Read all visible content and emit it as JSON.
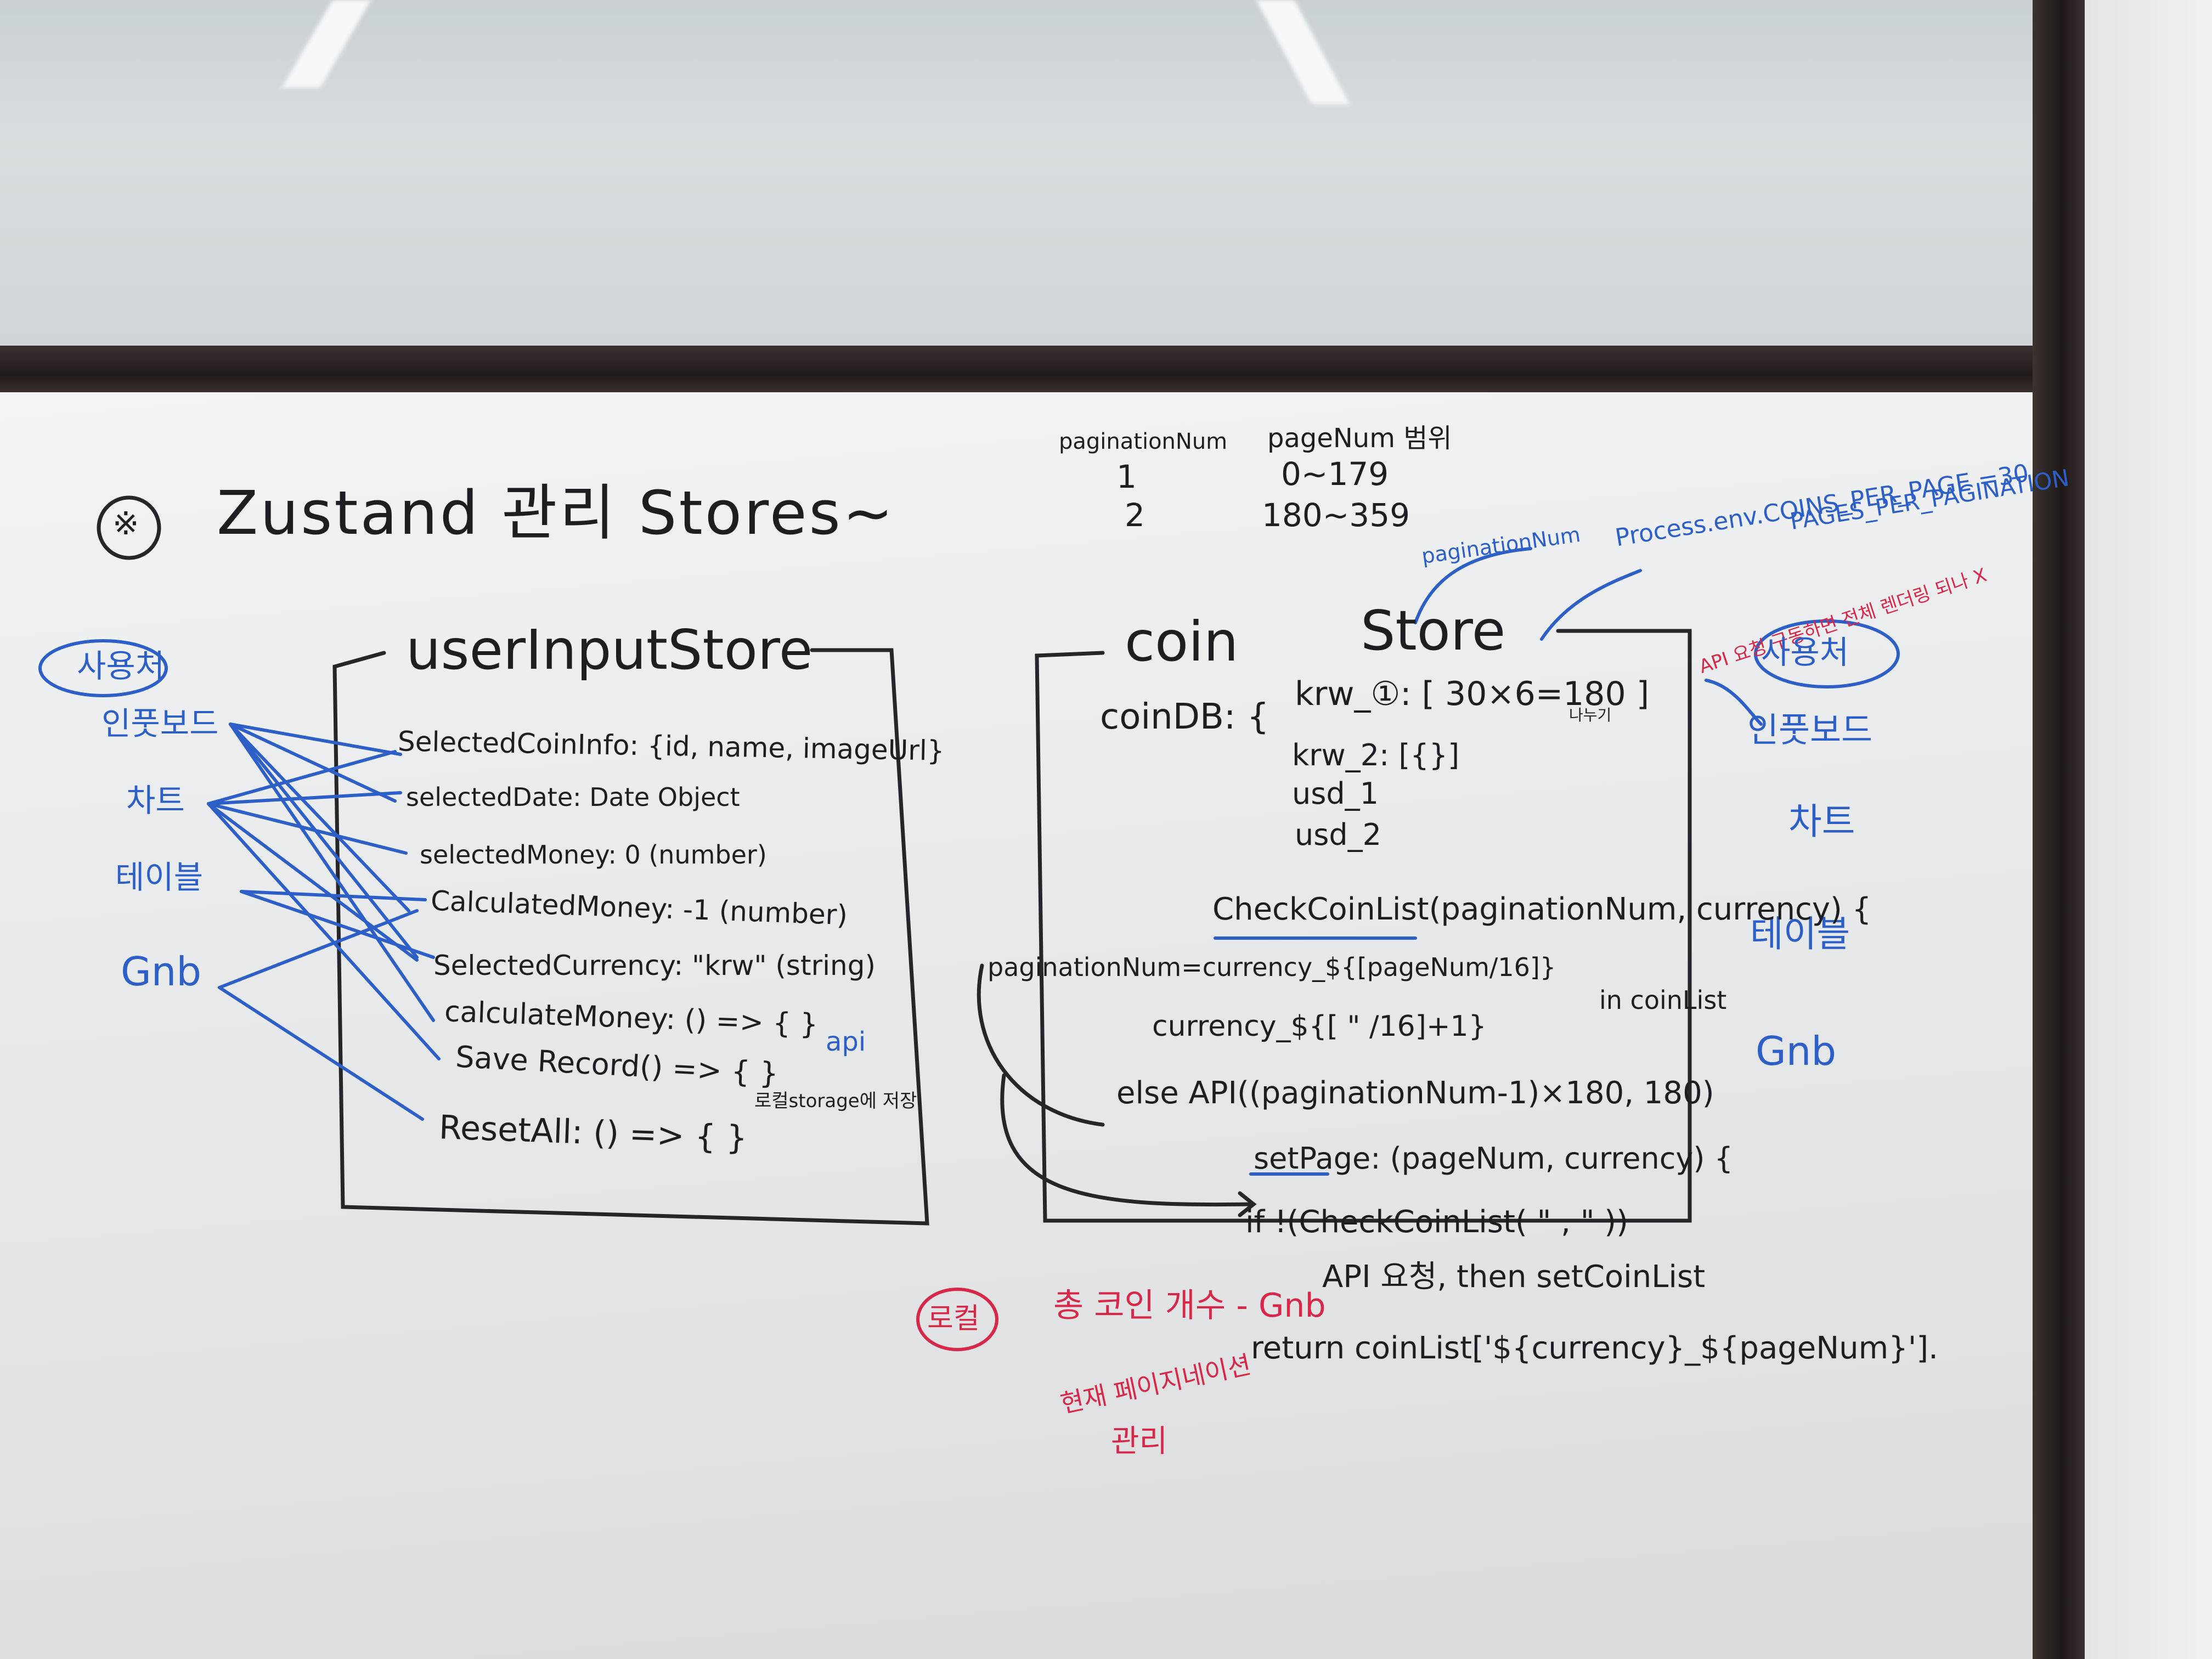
{
  "title": "Zustand 관리 Stores~",
  "title_mark": "※",
  "pagination_table": {
    "headers": [
      "paginationNum",
      "pageNum 범위"
    ],
    "rows": [
      [
        "1",
        "0~179"
      ],
      [
        "2",
        "180~359"
      ]
    ]
  },
  "user_input_store": {
    "title": "userInputStore",
    "users_label": "사용처",
    "users": [
      "인풋보드",
      "차트",
      "테이블",
      "Gnb"
    ],
    "fields": [
      "SelectedCoinInfo: {id, name, imageUrl}",
      "selectedDate: Date Object",
      "selectedMoney: 0 (number)",
      "CalculatedMoney: -1 (number)",
      "SelectedCurrency: \"krw\" (string)",
      "calculateMoney: () => { }",
      "Save Record() => { }",
      "ResetAll: () => { }"
    ],
    "field_notes": [
      "api",
      "로컬storage에 저장"
    ]
  },
  "coin_store": {
    "title_left": "coin",
    "title_right": "Store",
    "db_label": "coinDB: {",
    "db_rows": [
      "krw_①: [ 30×6=180 ]",
      "krw_2: [{}]",
      "usd_1",
      "usd_2"
    ],
    "db_note": "나누기",
    "pagination_note": "paginationNum",
    "env_note_1": "Process.env.COINS_PER_PAGE =30",
    "env_note_2": "PAGES_PER_PAGINATION",
    "api_note": "API 요청 구동하면 전체 렌더링 되나 X",
    "users_label": "사용처",
    "users": [
      "인풋보드",
      "차트",
      "테이블",
      "Gnb"
    ],
    "code": [
      "CheckCoinList(paginationNum, currency) {",
      "paginationNum=currency_${[pageNum/16]}",
      "currency_${[ \" /16]+1}",
      "in coinList",
      "else API((paginationNum-1)×180, 180)",
      "setPage: (pageNum, currency) {",
      "if !(CheckCoinList( \" , \" ))",
      "API 요청, then setCoinList",
      "return coinList['${currency}_${pageNum}']."
    ]
  },
  "local_notes": {
    "badge": "로컬",
    "line1": "총 코인 개수 - Gnb",
    "line2": "현재 페이지네이션",
    "line3": "관리"
  },
  "colors": {
    "ink": "#1e1e22",
    "blue": "#2d5fc8",
    "red": "#d8284a"
  }
}
